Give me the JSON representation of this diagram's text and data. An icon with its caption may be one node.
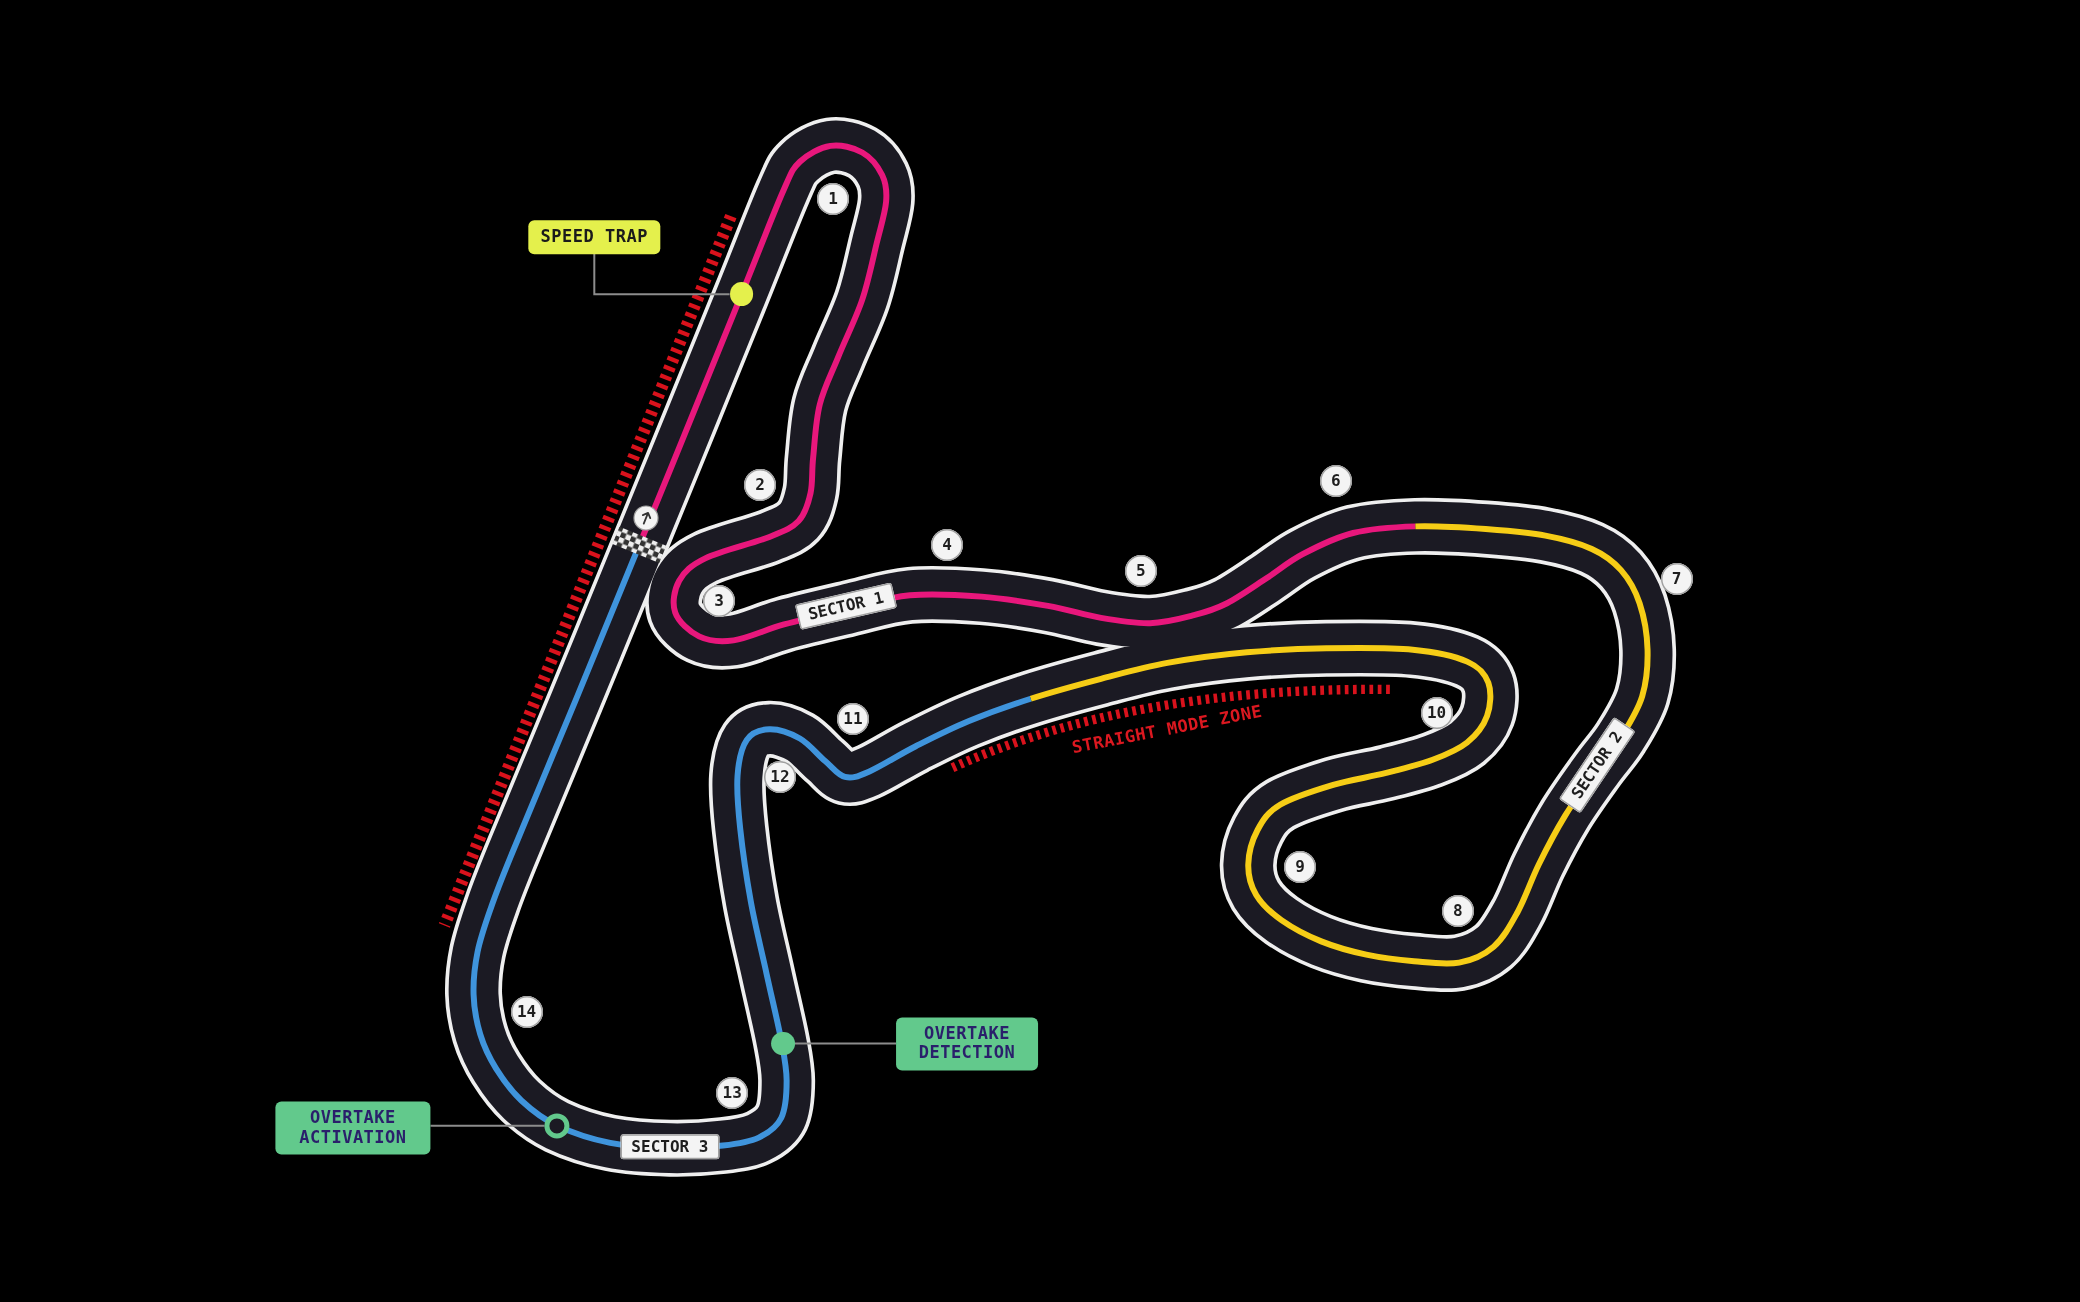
{
  "diagram": {
    "nodes": [
      {
        "text": [
          "1"
        ]
      },
      {
        "text": [
          "SPEED TRAP"
        ]
      },
      {
        "text": [],
        "shape": "circle"
      },
      {
        "text": [
          "6"
        ]
      },
      {
        "text": [
          "2"
        ]
      },
      {
        "text": [
          "4"
        ]
      },
      {
        "text": [
          "5"
        ]
      },
      {
        "text": [
          "7"
        ]
      },
      {
        "text": [
          "3"
        ]
      },
      {
        "text": [
          "SECTOR 1"
        ]
      },
      {
        "text": [
          "10"
        ]
      },
      {
        "text": [
          "11"
        ]
      },
      {
        "text": [
          "SECTOR 2"
        ]
      },
      {
        "text": [
          "12"
        ]
      },
      {
        "text": [
          "9"
        ]
      },
      {
        "text": [
          "8"
        ]
      },
      {
        "text": [
          "14"
        ]
      },
      {
        "text": [
          "OVERTAKE DETECTION"
        ]
      },
      {
        "text": [],
        "shape": "circle"
      },
      {
        "text": [
          "13"
        ]
      },
      {
        "text": [
          "OVERTAKE ACTIVATION"
        ]
      },
      {
        "text": [],
        "shape": "circle"
      },
      {
        "text": [
          "SECTOR 3"
        ]
      }
    ],
    "edges": [
      {
        "from": 1,
        "to": 2,
        "arrow": "none"
      },
      {
        "from": 17,
        "to": 18,
        "arrow": "none"
      },
      {
        "from": 20,
        "to": 21,
        "arrow": "none"
      }
    ],
    "labels": [
      "STRAIGHT MODE ZONE"
    ]
  }
}
